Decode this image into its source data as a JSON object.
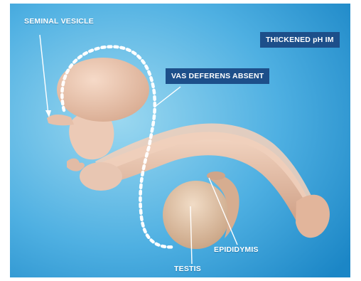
{
  "labels": {
    "seminal_vesicle": "SEMINAL VESICLE",
    "vas_deferens": "VAS DEFERENS ABSENT",
    "thickened": "THICKENED pH IM",
    "epididymis": "EPIDIDYMIS",
    "testis": "TESTIS"
  },
  "colors": {
    "background_light": "#8fd3ee",
    "background_dark": "#1f8ccc",
    "organ": "#e8c7b4",
    "label_box": "#1d4f8a",
    "dotted_outline": "#ffffff"
  }
}
